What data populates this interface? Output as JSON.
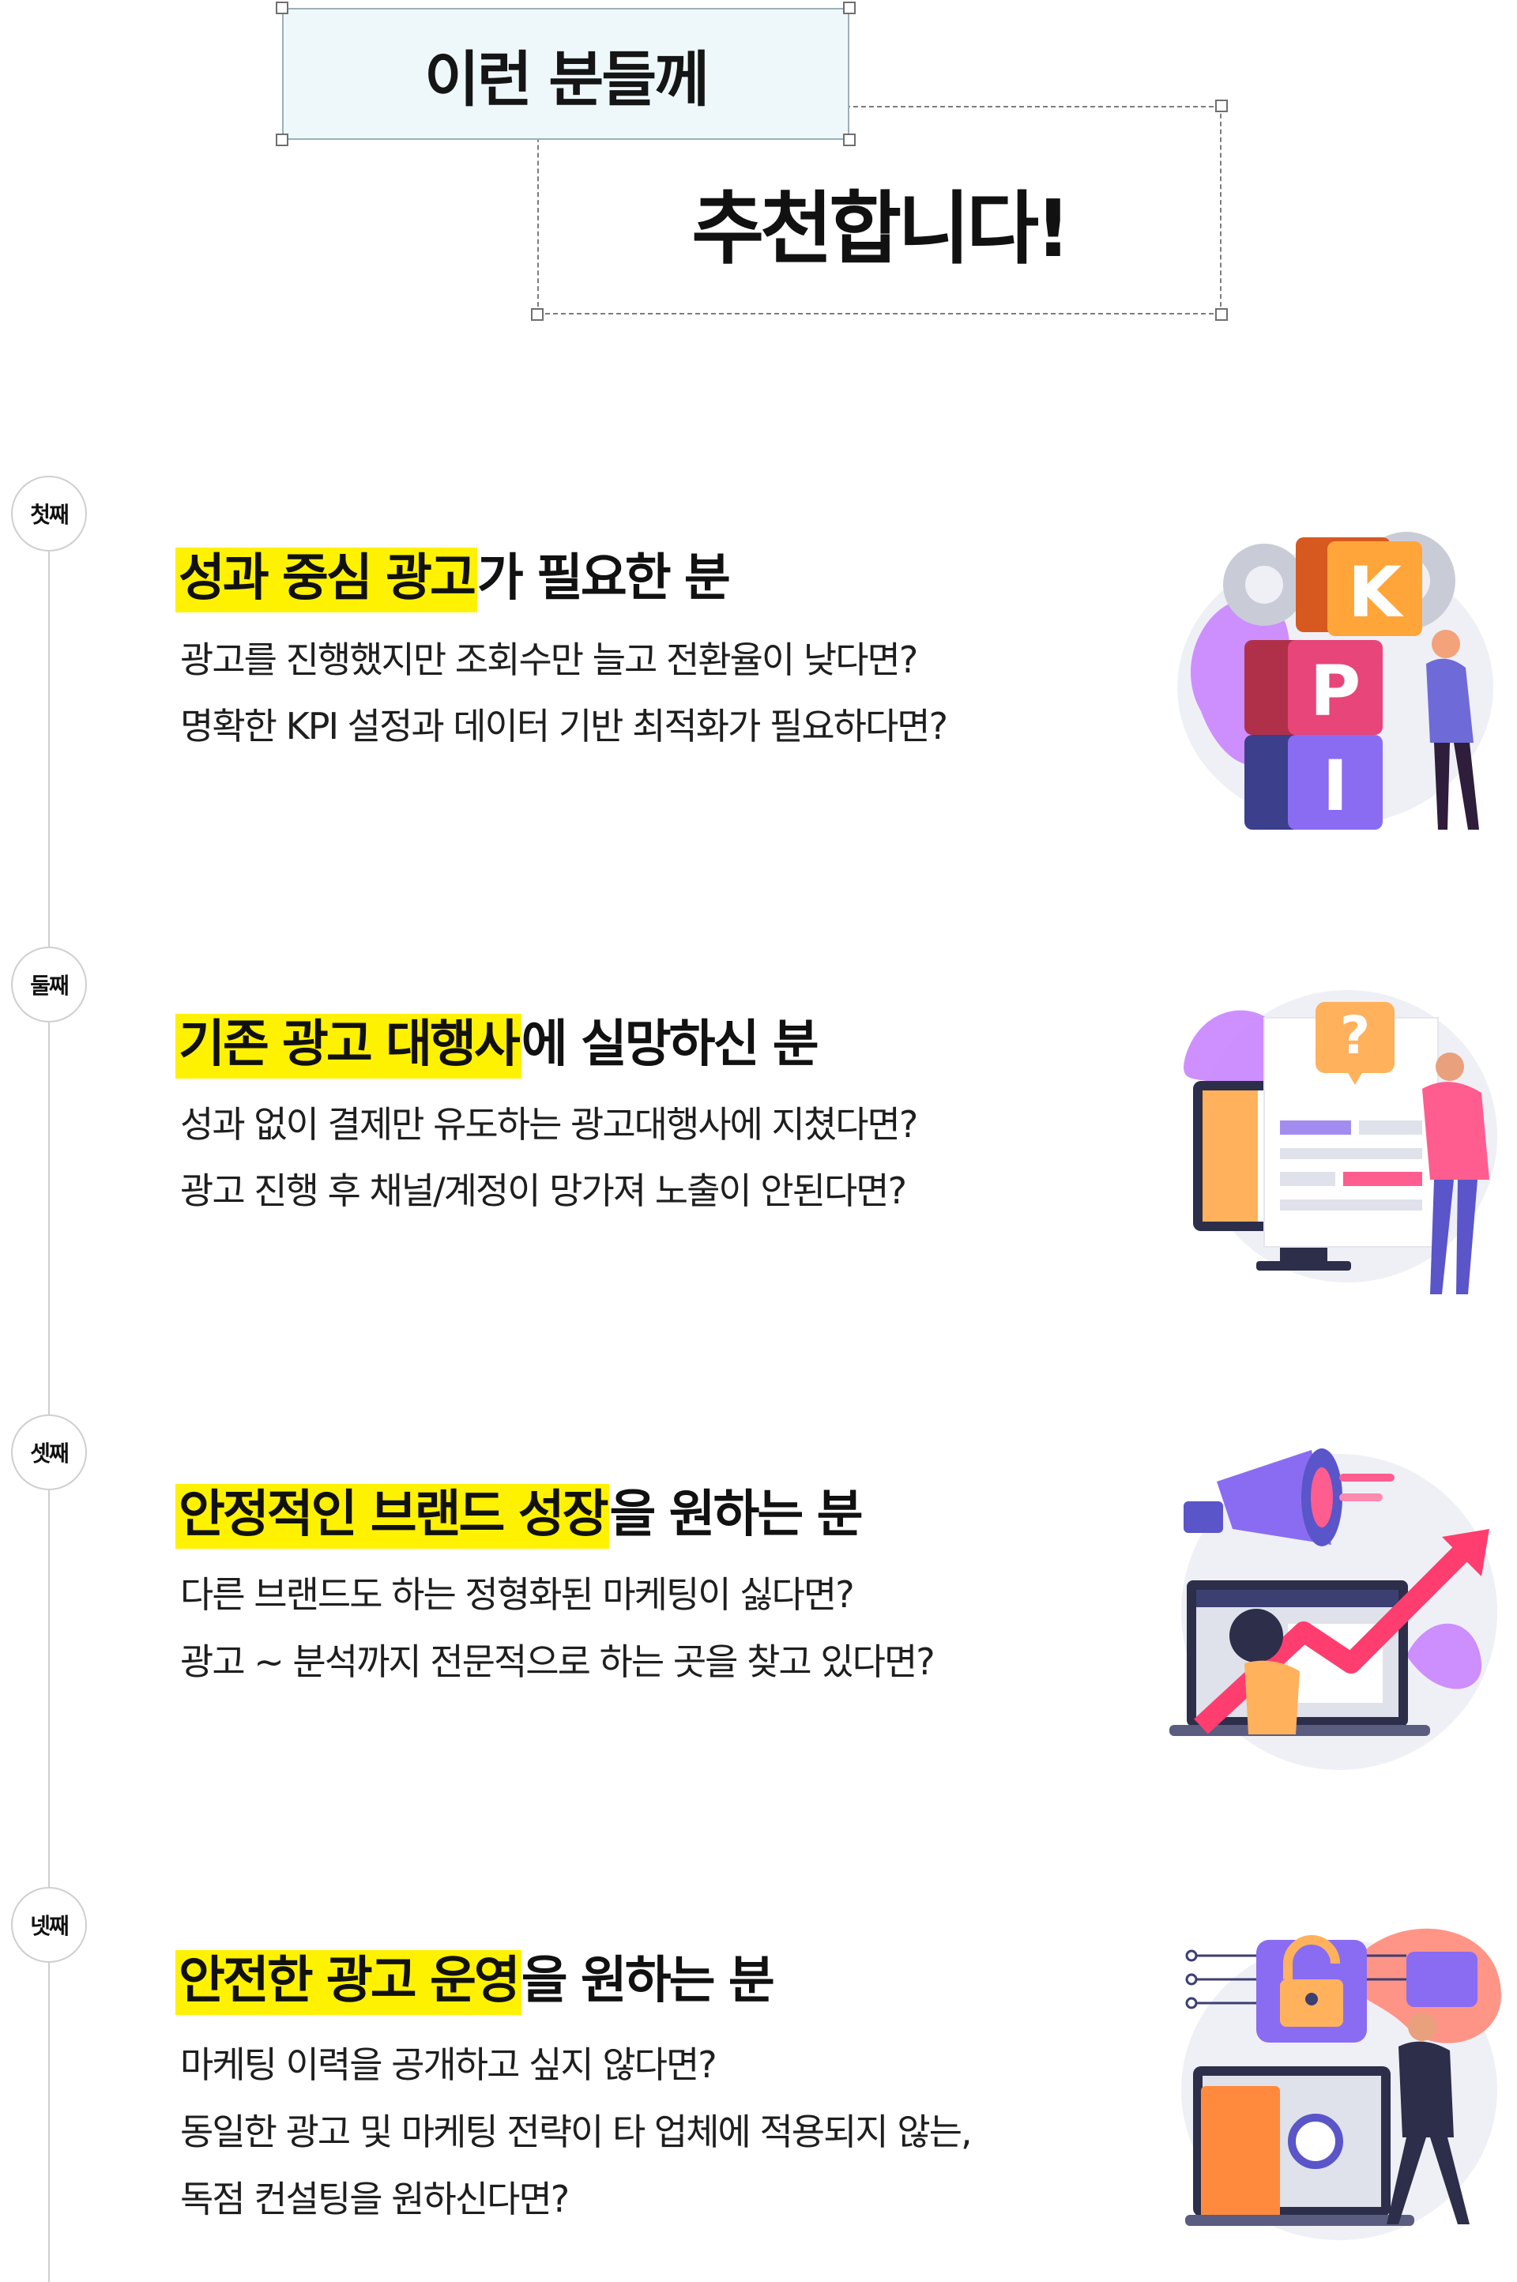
{
  "header": {
    "line1": "이런 분들께",
    "line2": "추천합니다!"
  },
  "sections": [
    {
      "badge": "첫째",
      "title_highlight": "성과 중심 광고",
      "title_rest": "가 필요한 분",
      "lines": [
        "광고를 진행했지만 조회수만 늘고 전환율이 낮다면?",
        "명확한 KPI 설정과 데이터 기반 최적화가 필요하다면?"
      ],
      "illustration": {
        "letter_k": "K",
        "letter_p": "P",
        "letter_i": "I"
      }
    },
    {
      "badge": "둘째",
      "title_highlight": "기존 광고 대행사",
      "title_rest": "에 실망하신 분",
      "lines": [
        "성과 없이 결제만 유도하는 광고대행사에 지쳤다면?",
        "광고 진행 후 채널/계정이 망가져 노출이 안된다면?"
      ],
      "illustration": {
        "question_mark": "?"
      }
    },
    {
      "badge": "셋째",
      "title_highlight": "안정적인 브랜드 성장",
      "title_rest": "을 원하는 분",
      "lines": [
        "다른 브랜드도 하는 정형화된 마케팅이 싫다면?",
        "광고 ~ 분석까지 전문적으로 하는 곳을 찾고 있다면?"
      ]
    },
    {
      "badge": "넷째",
      "title_highlight": "안전한 광고 운영",
      "title_rest": "을 원하는 분",
      "lines": [
        "마케팅 이력을 공개하고 싶지 않다면?",
        "동일한 광고 및 마케팅 전략이 타 업체에 적용되지 않는,",
        "독점 컨설팅을 원하신다면?"
      ]
    }
  ],
  "colors": {
    "highlight": "#fff200",
    "timeline": "#cfcfcf",
    "header_box": "#eef8fb"
  }
}
